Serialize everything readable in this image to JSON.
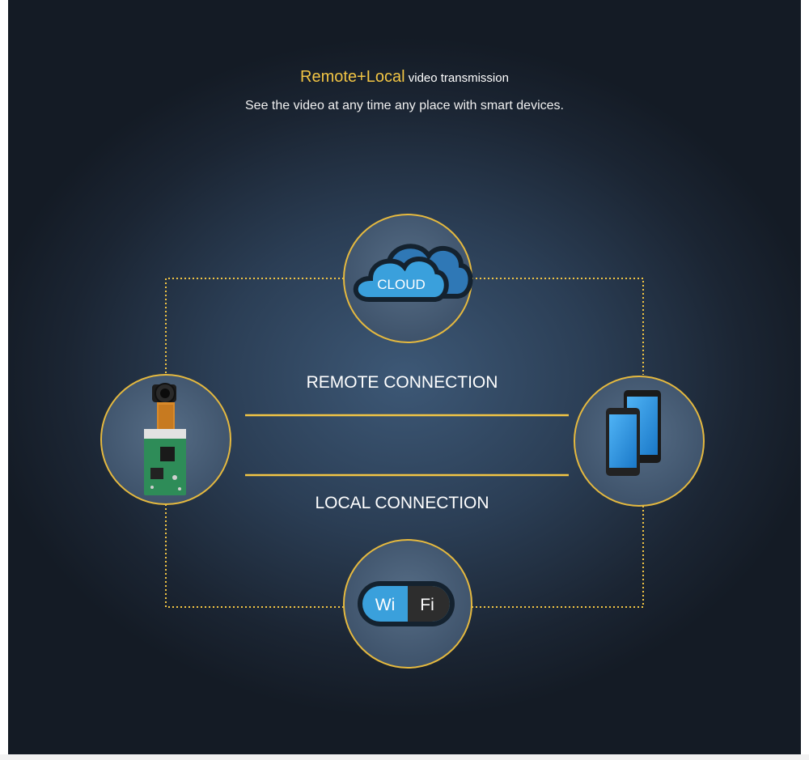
{
  "header": {
    "title_accent": "Remote+Local",
    "title_rest": " video transmission",
    "subtitle": "See the video at any time any place with smart devices."
  },
  "diagram": {
    "remote_label": "REMOTE CONNECTION",
    "local_label": "LOCAL CONNECTION",
    "cloud_text": "CLOUD",
    "wifi_left": "Wi",
    "wifi_right": "Fi"
  },
  "colors": {
    "accent_gold": "#f2c544",
    "cloud_blue": "#3aa0dc",
    "phone_blue": "#1e8fe0",
    "background": "#2b3e55"
  }
}
